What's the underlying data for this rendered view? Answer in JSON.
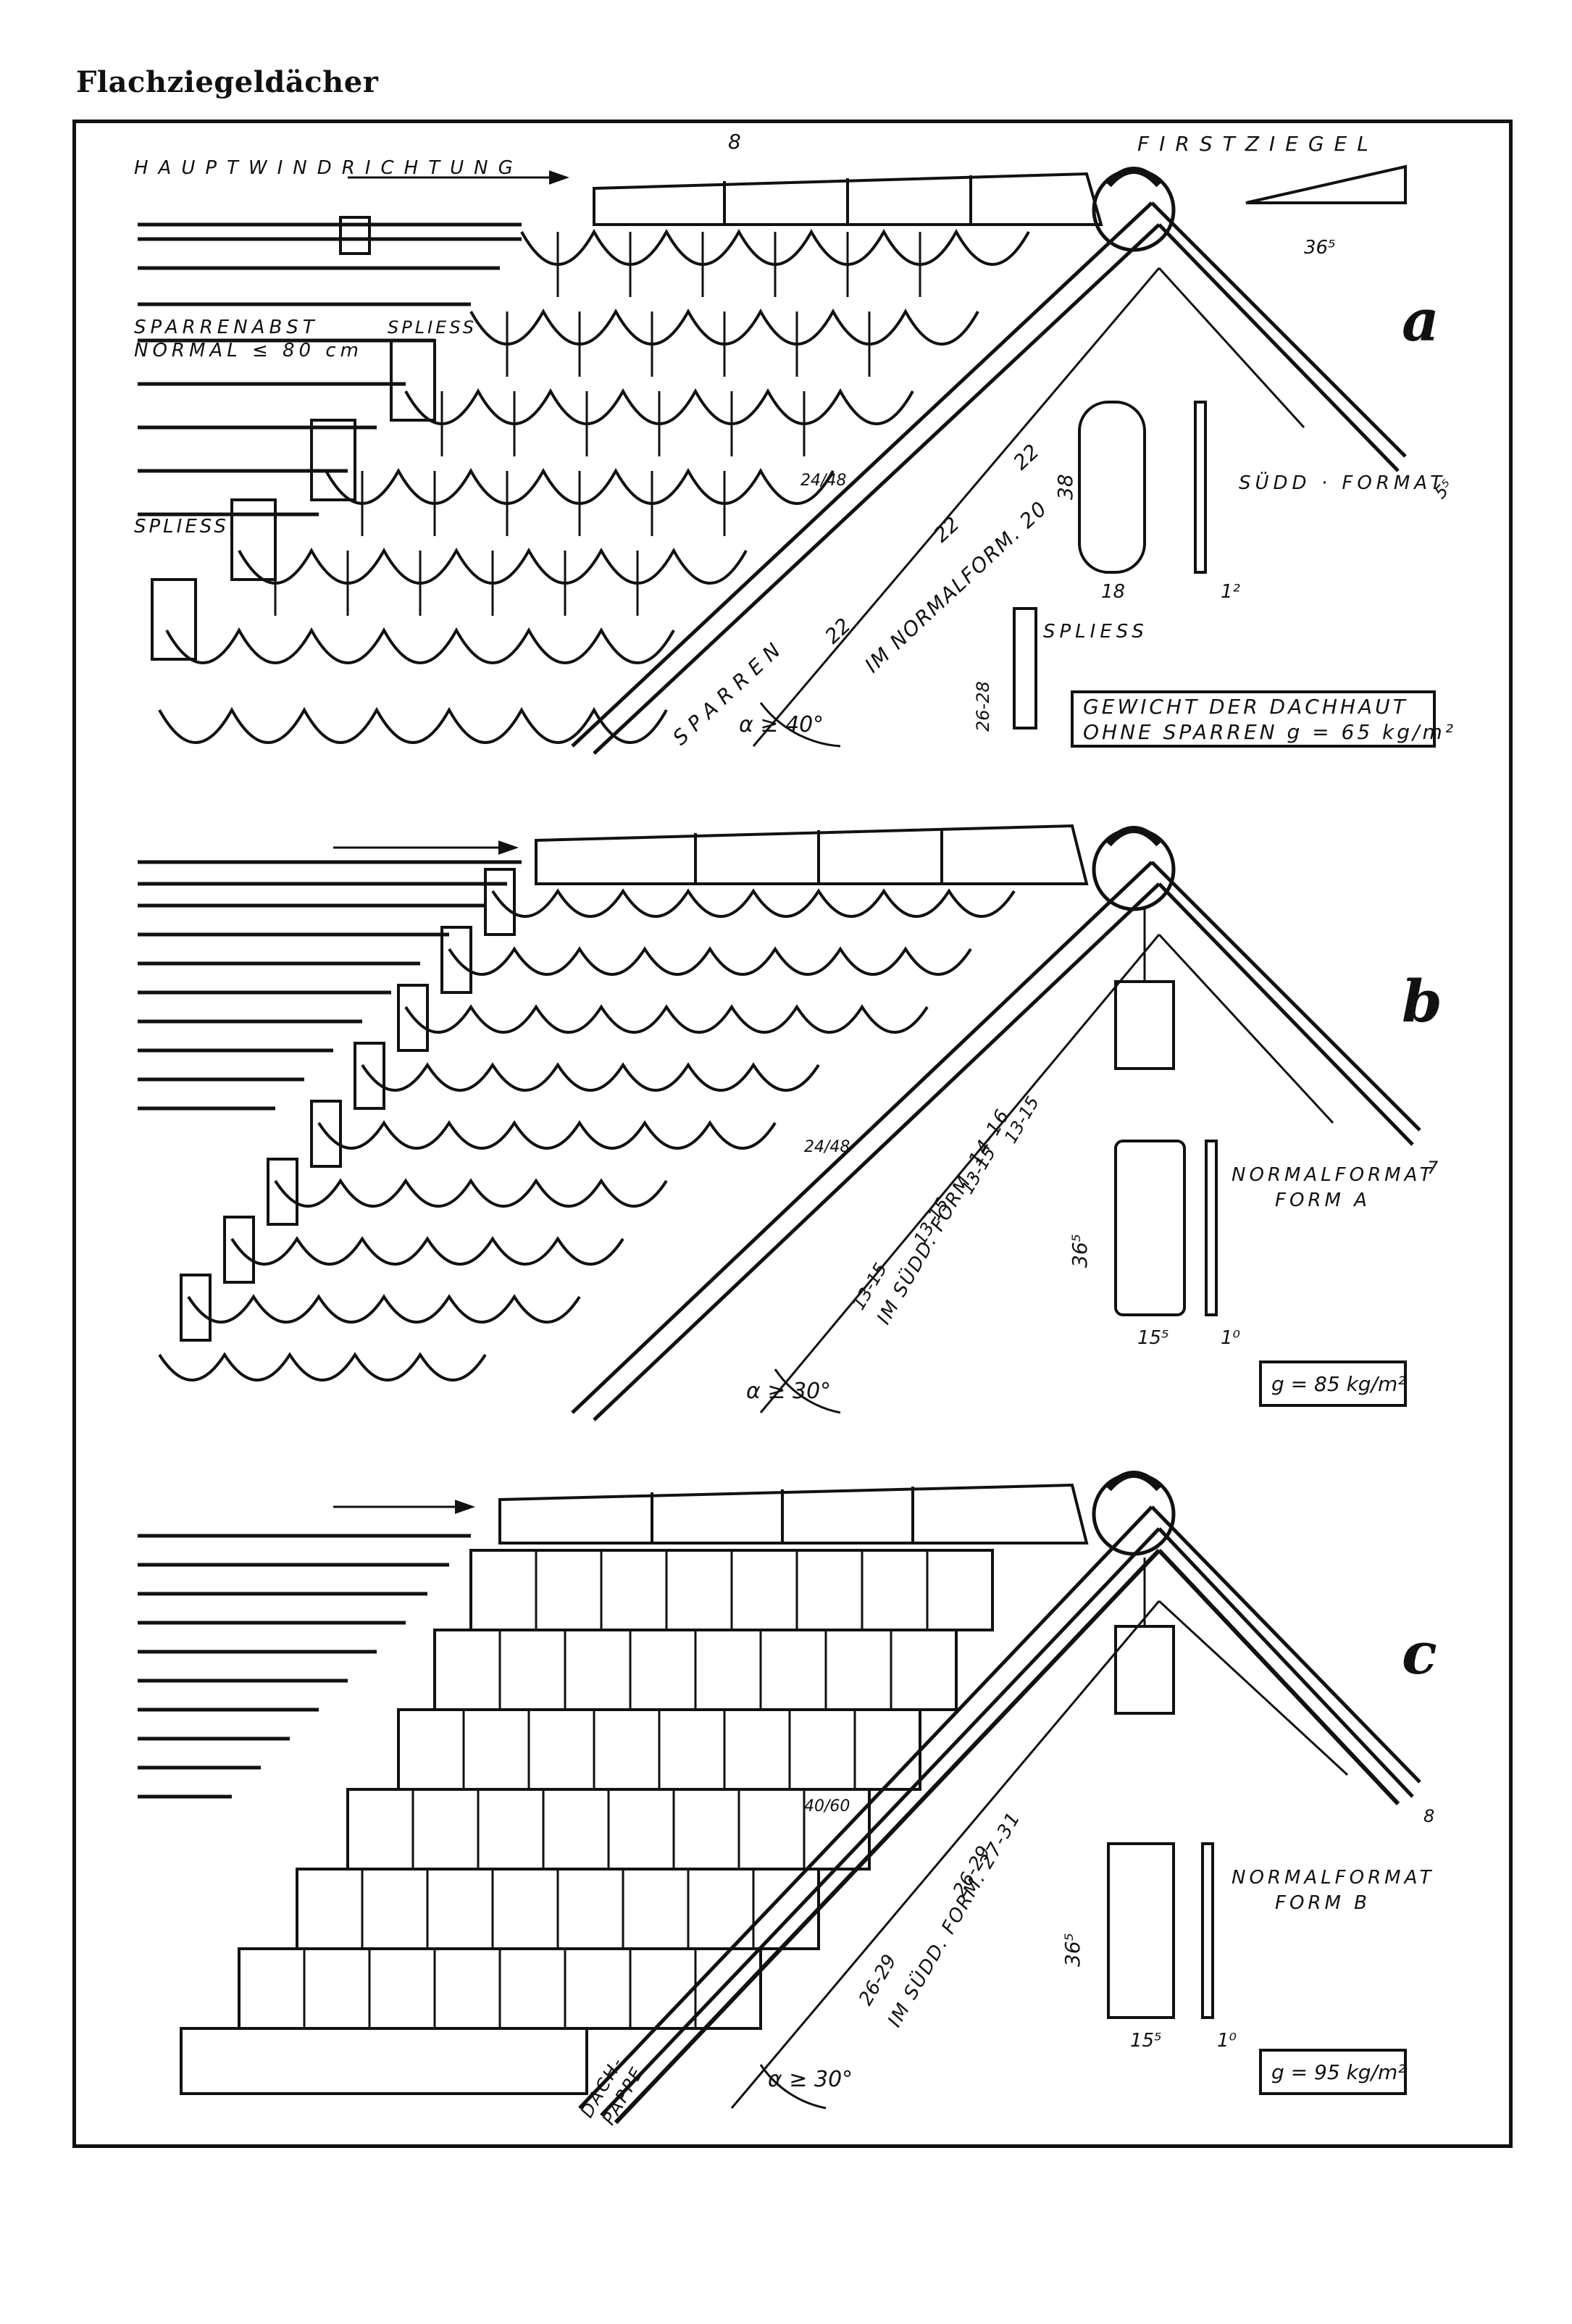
{
  "page_title": "Flachziegeldächer",
  "panels": {
    "a": {
      "letter": "a",
      "wind": "HAUPTWINDRICHTUNG",
      "ridge_label": "FIRSTZIEGEL",
      "dim_8": "8",
      "dim_ridge_width": "36⁵",
      "rafter_spacing_1": "SPARRENABST",
      "rafter_spacing_2": "NORMAL ≤ 80 cm",
      "spliess_1": "SPLIESS",
      "spliess_2": "SPLIESS",
      "batten": "24/48",
      "rafter": "SPARREN",
      "spacing_a": "22",
      "spacing_b": "22",
      "spacing_c": "22",
      "normal_form": "IM NORMALFORM. 20",
      "angle": "α ≥ 40°",
      "tile_height": "38",
      "tile_width": "18",
      "tile_thickness": "1²",
      "format": "SÜDD · FORMAT",
      "eave_dim": "5⁵",
      "spliess_dim": "26-28",
      "spliess_label": "SPLIESS",
      "weight_1": "GEWICHT DER DACHHAUT",
      "weight_2": "OHNE SPARREN g = 65 kg/m²"
    },
    "b": {
      "letter": "b",
      "batten": "24/48",
      "spacing_1": "13-15",
      "spacing_2": "13-15",
      "spacing_3": "13-15",
      "spacing_4": "13-15",
      "sudd_form": "IM SÜDD. FORM. 14-16",
      "angle": "α ≥ 30°",
      "tile_height": "36⁵",
      "tile_width": "15⁵",
      "tile_thickness": "1⁰",
      "format_1": "NORMALFORMAT",
      "format_2": "FORM A",
      "eave_dim": "7",
      "weight": "g = 85 kg/m²"
    },
    "c": {
      "letter": "c",
      "batten": "40/60",
      "spacing_1": "26-29",
      "spacing_2": "26-29",
      "sudd_form": "IM SÜDD. FORM. 27-31",
      "angle": "α ≥ 30°",
      "tile_height": "36⁵",
      "tile_width": "15⁵",
      "tile_thickness": "1⁰",
      "format_1": "NORMALFORMAT",
      "format_2": "FORM B",
      "eave_dim": "8",
      "weight": "g = 95 kg/m²",
      "felt_1": "DACH-",
      "felt_2": "PAPPE"
    }
  }
}
